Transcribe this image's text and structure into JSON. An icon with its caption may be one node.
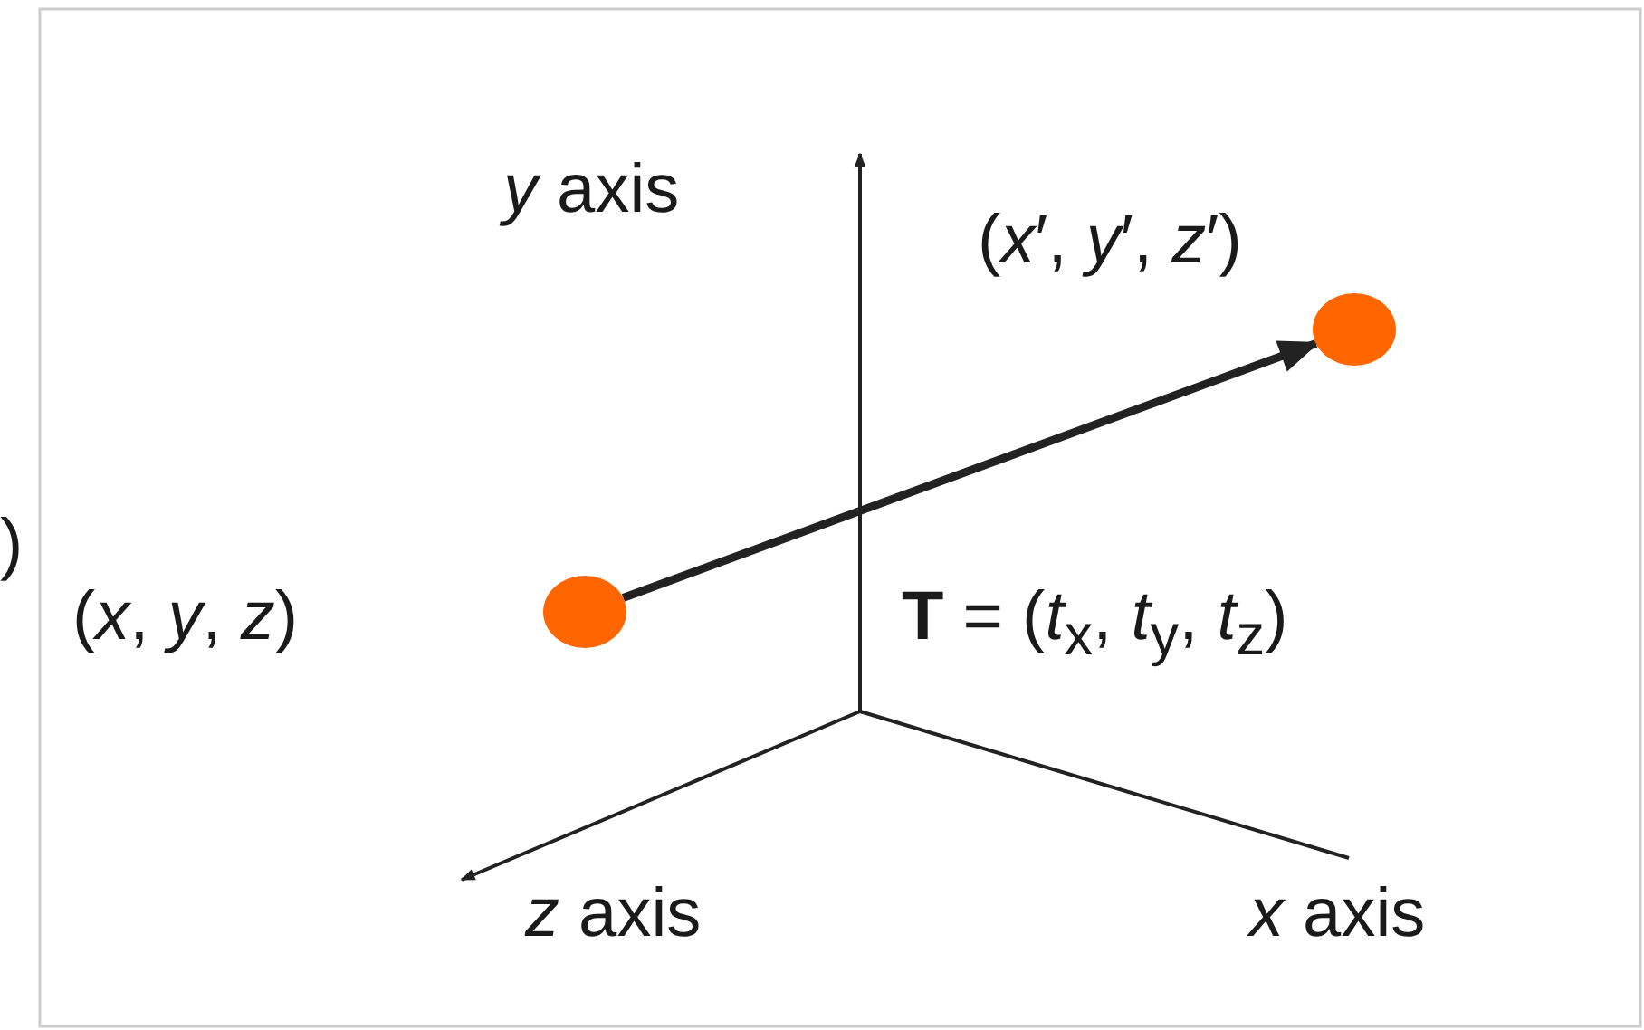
{
  "diagram": {
    "nodes": [
      {
        "text": [],
        "shape": "circle",
        "beside": [
          "(*x*, *y*, *z*)"
        ]
      },
      {
        "text": [],
        "shape": "circle",
        "beside": [
          "(*x*′, *y*′, *z*′)"
        ]
      }
    ],
    "edges": [
      {
        "from": 0,
        "to": 1,
        "arrow": "to"
      }
    ],
    "labels": [
      "*y* axis",
      "**T** = (*t*$_{x}$, *t*$_{y}$, *t*$_{z}$)",
      ")",
      "*z* axis",
      "*x* axis"
    ]
  }
}
